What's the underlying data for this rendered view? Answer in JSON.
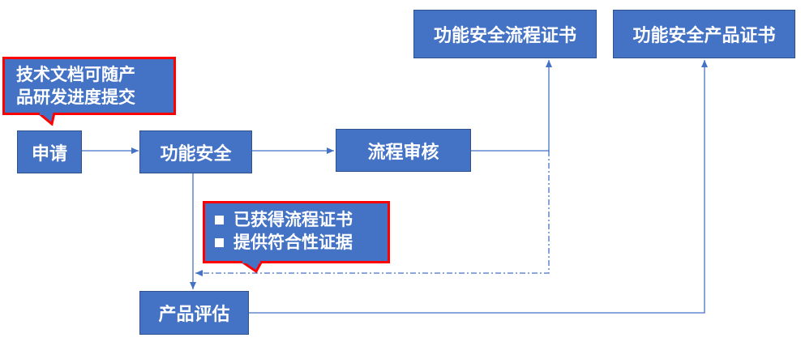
{
  "nodes": {
    "apply": "申请",
    "functional_safety": "功能安全",
    "process_review": "流程审核",
    "product_evaluation": "产品评估",
    "process_certificate": "功能安全流程证书",
    "product_certificate": "功能安全产品证书"
  },
  "callouts": {
    "tech_docs": {
      "line1": "技术文档可随产",
      "line2": "品研发进度提交"
    },
    "conditions": {
      "items": [
        "已获得流程证书",
        "提供符合性证据"
      ]
    }
  },
  "colors": {
    "box_fill": "#4472c4",
    "box_border": "#2f528f",
    "callout_border": "#ff0000",
    "connector": "#4472c4"
  }
}
